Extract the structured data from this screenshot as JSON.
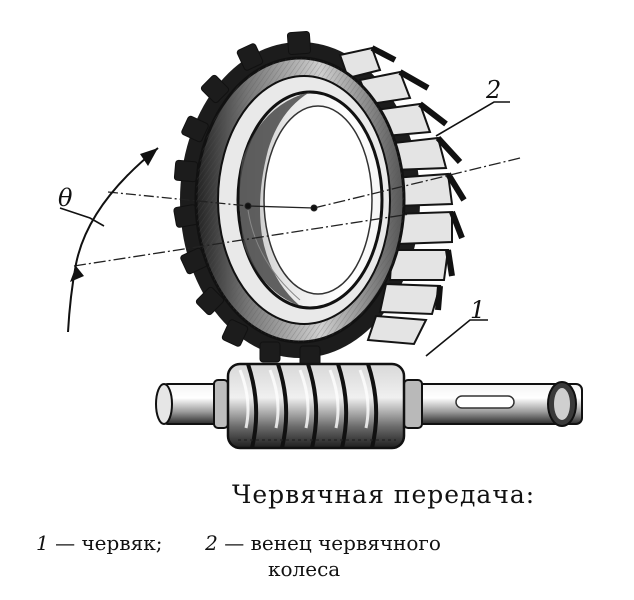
{
  "figure": {
    "labels": {
      "worm_number": "1",
      "wheel_number": "2",
      "angle_symbol": "θ"
    }
  },
  "caption": {
    "title": "Червячная передача:",
    "legend": {
      "item1_number": "1",
      "item1_text": "— червяк;",
      "item2_number": "2",
      "item2_text": "— венец червячного",
      "item2_text_cont": "колеса"
    }
  }
}
